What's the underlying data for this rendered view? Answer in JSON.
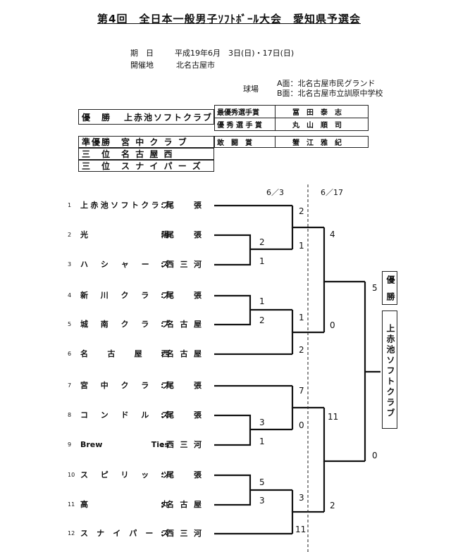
{
  "title": "第4回　全日本一般男子ｿﾌﾄﾎﾞｰﾙ大会　愛知県予選会",
  "info": {
    "date_label": "期　日",
    "date_value": "平成19年6月　3日(日)・17日(日)",
    "venue_label": "開催地",
    "venue_value": "北名古屋市",
    "grounds_label": "球場",
    "ground_a": "A面：北名古屋市民グランド",
    "ground_b": "B面：北名古屋市立訓原中学校"
  },
  "results": {
    "winner_label": "優　勝",
    "winner": "上赤池ソフトクラブ",
    "runner_up_label": "準優勝",
    "runner_up": "宮 中 ク ラ ブ",
    "third_label_1": "三　位",
    "third_1": "名 古 屋 西",
    "third_label_2": "三　位",
    "third_2": "ス ナ イ パ ー ズ"
  },
  "awards": [
    {
      "award": "最優秀選手賞",
      "player": "冨　田　泰　志"
    },
    {
      "award": "優 秀 選 手 賞",
      "player": "丸　山　順　司"
    },
    {
      "award": "敢　闘　賞",
      "player": "蟹　江　雅　紀"
    }
  ],
  "dates": {
    "day1": "6／3",
    "day2": "6／17"
  },
  "teams": [
    {
      "no": "1",
      "name": "上赤池ソフトクラブ",
      "region": "尾　張"
    },
    {
      "no": "2",
      "name": "光　　　陽",
      "region": "尾　張"
    },
    {
      "no": "3",
      "name": "ハシャーズ",
      "region": "西三河"
    },
    {
      "no": "4",
      "name": "新川クラブ",
      "region": "尾　張"
    },
    {
      "no": "5",
      "name": "城南クラブ",
      "region": "名古屋"
    },
    {
      "no": "6",
      "name": "名古屋西",
      "region": "名古屋"
    },
    {
      "no": "7",
      "name": "宮中クラブ",
      "region": "尾　張"
    },
    {
      "no": "8",
      "name": "コンドルズ",
      "region": "尾　張"
    },
    {
      "no": "9",
      "name": "Brew Ties",
      "region": "西三河"
    },
    {
      "no": "10",
      "name": "スピリッツ",
      "region": "尾　張"
    },
    {
      "no": "11",
      "name": "高　　　丸",
      "region": "名古屋"
    },
    {
      "no": "12",
      "name": "スナイパーズ",
      "region": "西三河"
    }
  ],
  "scores": {
    "r1_m1": [
      "2",
      "1"
    ],
    "r1_m2": [
      "1",
      "2"
    ],
    "r1_m3": [
      "3",
      "1"
    ],
    "r1_m4": [
      "5",
      "3"
    ],
    "r2_m1": [
      "2",
      "1"
    ],
    "r2_m2": [
      "1",
      "2"
    ],
    "r2_m3": [
      "7",
      "0"
    ],
    "r2_m4": [
      "3",
      "11"
    ],
    "sf_m1": [
      "4",
      "0"
    ],
    "sf_m2": [
      "11",
      "2"
    ],
    "final": [
      "5",
      "0"
    ]
  },
  "champion_label": "優 勝",
  "champion_name": "上赤池ソフトクラブ",
  "separator": ":"
}
